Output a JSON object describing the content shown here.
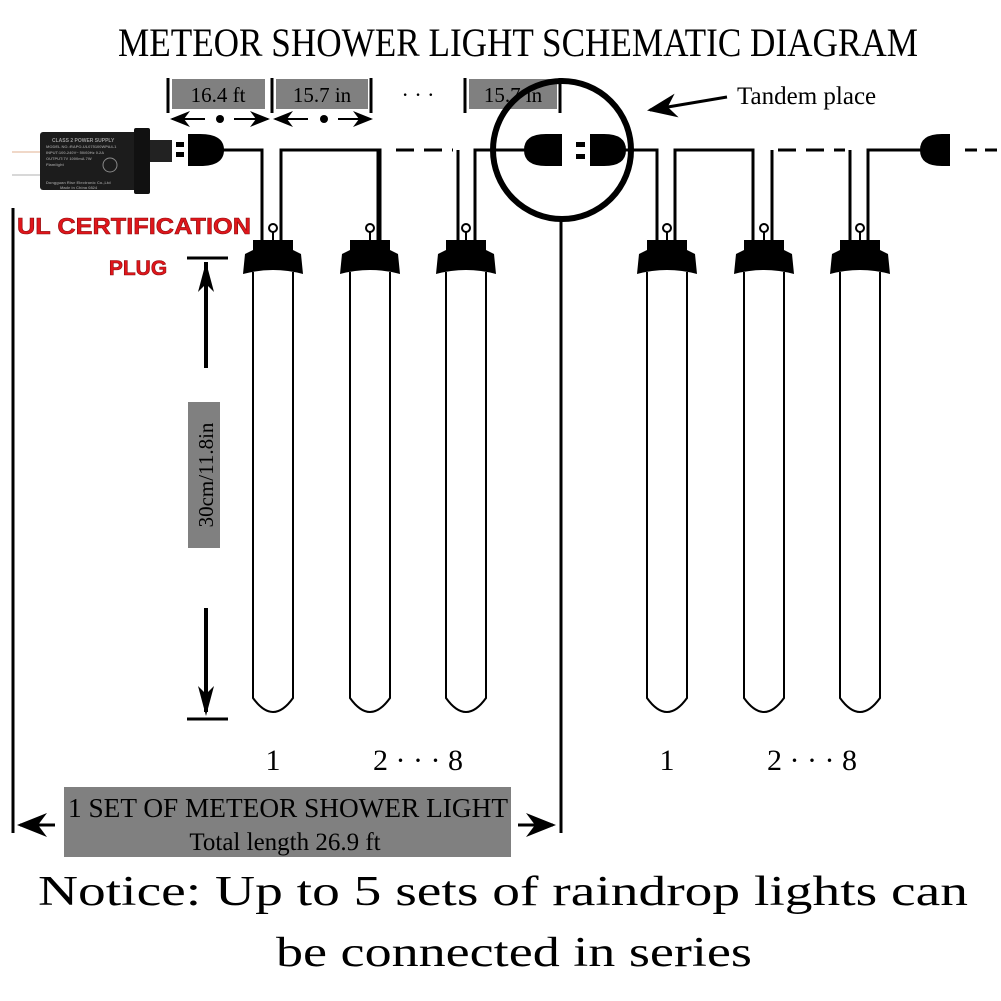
{
  "title": "METEOR SHOWER LIGHT SCHEMATIC DIAGRAM",
  "spacing_labels": {
    "first": "16.4 ft",
    "second": "15.7 in",
    "ellipsis": "· · ·",
    "last": "15.7 in"
  },
  "tandem_label": "Tandem place",
  "power_supply": {
    "label_line1": "CLASS 2 POWER SUPPLY",
    "label_line2": "MODEL NO.:RAPO-UL075100WPA4-1",
    "label_line3": "INPUT:100-240V~ 50/60Hz 0.2A",
    "label_line4": "OUTPUT:7V   1000mA 7W",
    "label_line5": "Flamlight",
    "label_line6": "Dongguan Rise Electronic Co.,Ltd",
    "label_line7": "Made in China  0824"
  },
  "ul_certification": {
    "line1": "UL CERTIFICATION",
    "line2": "PLUG",
    "color": "#e0161b"
  },
  "tube_height_label": "30cm/11.8in",
  "set1_numbers": {
    "first": "1",
    "middle": "2 · · · 8"
  },
  "set2_numbers": {
    "first": "1",
    "middle": "2 · · · 8"
  },
  "set_box": {
    "line1": "1 SET OF METEOR SHOWER LIGHT",
    "line2": "Total length 26.9 ft"
  },
  "notice": {
    "line1": "Notice: Up to 5 sets of raindrop lights can",
    "line2": "be connected in series"
  },
  "colors": {
    "label_gray": "#808080",
    "line": "#000000",
    "background": "#ffffff"
  }
}
